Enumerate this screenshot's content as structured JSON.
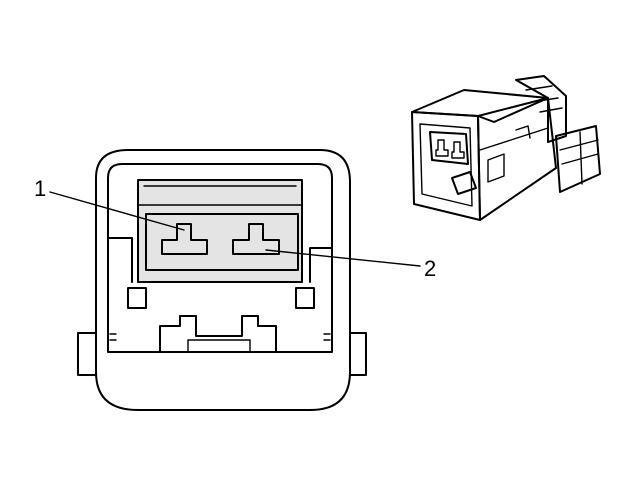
{
  "callouts": [
    {
      "id": "1",
      "label": "1"
    },
    {
      "id": "2",
      "label": "2"
    }
  ],
  "colors": {
    "line": "#000000",
    "fill_gray": "#e4e4e4",
    "background": "#ffffff"
  }
}
